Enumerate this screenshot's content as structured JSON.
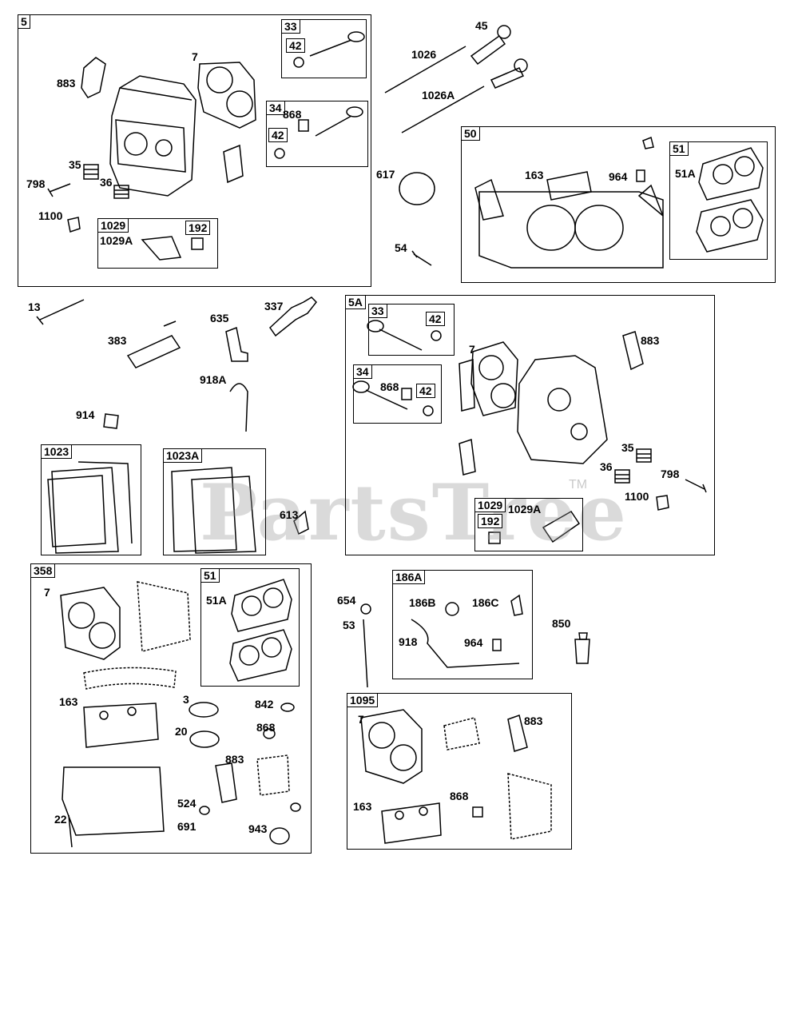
{
  "watermark": {
    "text": "PartsTree",
    "tm": "TM"
  },
  "box_tags": {
    "b5": "5",
    "b33": "33",
    "b42a": "42",
    "b34": "34",
    "b42b": "42",
    "b1029": "1029",
    "b192": "192",
    "b50": "50",
    "b51": "51",
    "b5a": "5A",
    "b33a": "33",
    "b42c": "42",
    "b34a": "34",
    "b42d": "42",
    "b1029a": "1029",
    "b192a": "192",
    "b1023": "1023",
    "b1023a": "1023A",
    "b358": "358",
    "b51b": "51",
    "b186a": "186A",
    "b1095": "1095"
  },
  "part_labels": {
    "l883a": "883",
    "l7a": "7",
    "l868a": "868",
    "l35a": "35",
    "l798a": "798",
    "l36a": "36",
    "l1100a": "1100",
    "l1029Aa": "1029A",
    "l45": "45",
    "l1026": "1026",
    "l1026A": "1026A",
    "l617": "617",
    "l54": "54",
    "l163a": "163",
    "l964a": "964",
    "l51Aa": "51A",
    "l13": "13",
    "l383": "383",
    "l635": "635",
    "l337": "337",
    "l918A": "918A",
    "l914": "914",
    "l613": "613",
    "l7b": "7",
    "l883b": "883",
    "l868b": "868",
    "l35b": "35",
    "l36b": "36",
    "l798b": "798",
    "l1100b": "1100",
    "l1029Ab": "1029A",
    "l7c": "7",
    "l51Ab": "51A",
    "l163b": "163",
    "l3": "3",
    "l842": "842",
    "l20": "20",
    "l868c": "868",
    "l883c": "883",
    "l524": "524",
    "l22": "22",
    "l691": "691",
    "l943": "943",
    "l654": "654",
    "l53": "53",
    "l186B": "186B",
    "l186C": "186C",
    "l918": "918",
    "l964b": "964",
    "l850": "850",
    "l7d": "7",
    "l883d": "883",
    "l163c": "163",
    "l868d": "868"
  }
}
